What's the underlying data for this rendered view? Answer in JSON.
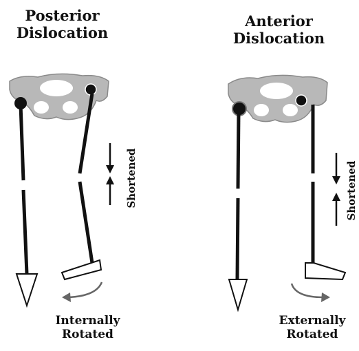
{
  "posterior": {
    "title_line1": "Posterior",
    "title_line2": "Dislocation",
    "shortened_label": "Shortened",
    "rotation_line1": "Internally",
    "rotation_line2": "Rotated"
  },
  "anterior": {
    "title_line1": "Anterior",
    "title_line2": "Dislocation",
    "shortened_label": "Shortened",
    "rotation_line1": "Externally",
    "rotation_line2": "Rotated"
  },
  "colors": {
    "pelvis_fill": "#b8b8b8",
    "pelvis_stroke": "#8a8a8a",
    "bone": "#111111",
    "rotation_arrow": "#666666"
  }
}
